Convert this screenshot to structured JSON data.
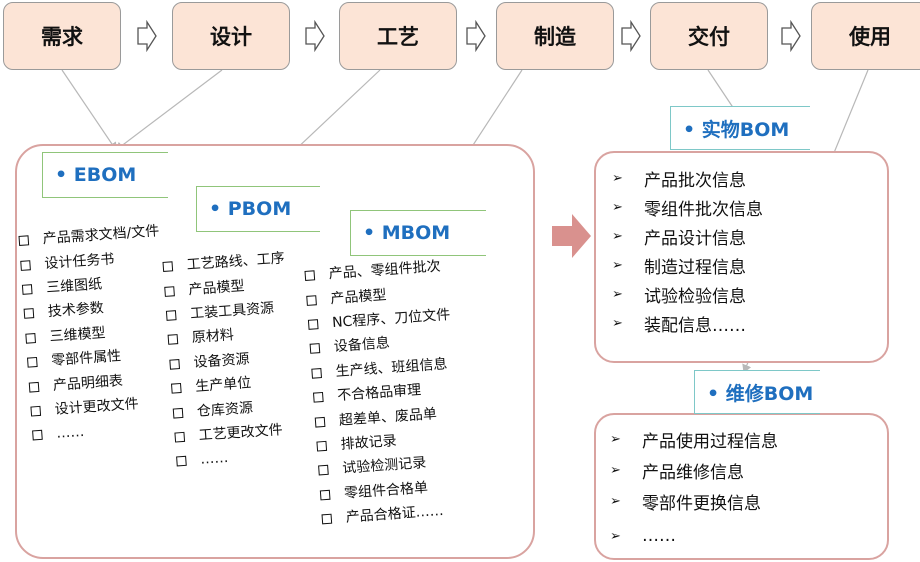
{
  "stages": [
    "需求",
    "设计",
    "工艺",
    "制造",
    "交付",
    "使用"
  ],
  "ebom": {
    "label": "• EBOM",
    "items": [
      "产品需求文档/文件",
      "设计任务书",
      "三维图纸",
      "技术参数",
      "三维模型",
      "零部件属性",
      "产品明细表",
      "设计更改文件",
      "……"
    ]
  },
  "pbom": {
    "label": "• PBOM",
    "items": [
      "工艺路线、工序",
      "产品模型",
      "工装工具资源",
      "原材料",
      "设备资源",
      "生产单位",
      "仓库资源",
      "工艺更改文件",
      "……"
    ]
  },
  "mbom": {
    "label": "• MBOM",
    "items": [
      "产品、零组件批次",
      "产品模型",
      "NC程序、刀位文件",
      "设备信息",
      "生产线、班组信息",
      "不合格品审理",
      "超差单、废品单",
      "排故记录",
      "试验检测记录",
      "零组件合格单",
      "产品合格证……"
    ]
  },
  "physical_bom": {
    "label": "• 实物BOM",
    "items": [
      "产品批次信息",
      "零组件批次信息",
      "产品设计信息",
      "制造过程信息",
      "试验检验信息",
      "装配信息……"
    ]
  },
  "maintenance_bom": {
    "label": "• 维修BOM",
    "items": [
      "产品使用过程信息",
      "产品维修信息",
      "零部件更换信息",
      "……"
    ]
  },
  "icons": {
    "bullet_square": "square-bullet-icon",
    "bullet_arrow": "arrowhead-bullet-icon",
    "flow": "chevron-right-icon",
    "big_arrow": "big-right-arrow-icon"
  },
  "colors": {
    "stage_fill": "#fce4d6",
    "box_border": "#d9a3a0",
    "label_blue": "#1f6fbf",
    "big_arrow": "#d9918e"
  }
}
